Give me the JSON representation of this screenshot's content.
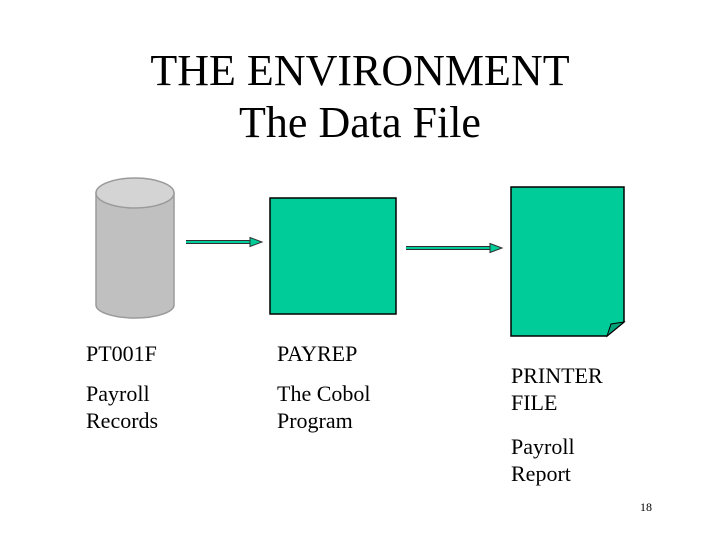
{
  "slide": {
    "title_line1": "THE ENVIRONMENT",
    "title_line2": "The Data File",
    "page_number": "18"
  },
  "nodes": [
    {
      "id": "payroll-file",
      "shape": "cylinder",
      "name": "PT001F",
      "description": "Payroll\nRecords",
      "fill": "#c0c0c0"
    },
    {
      "id": "cobol-program",
      "shape": "rectangle",
      "name": "PAYREP",
      "description": "The Cobol\nProgram",
      "fill": "#00cc99"
    },
    {
      "id": "printer-file",
      "shape": "document",
      "name": "PRINTER\nFILE",
      "description": "Payroll\nReport",
      "fill": "#00cc99"
    }
  ],
  "edges": [
    {
      "from": "payroll-file",
      "to": "cobol-program",
      "color": "#00cc99"
    },
    {
      "from": "cobol-program",
      "to": "printer-file",
      "color": "#00cc99"
    }
  ]
}
